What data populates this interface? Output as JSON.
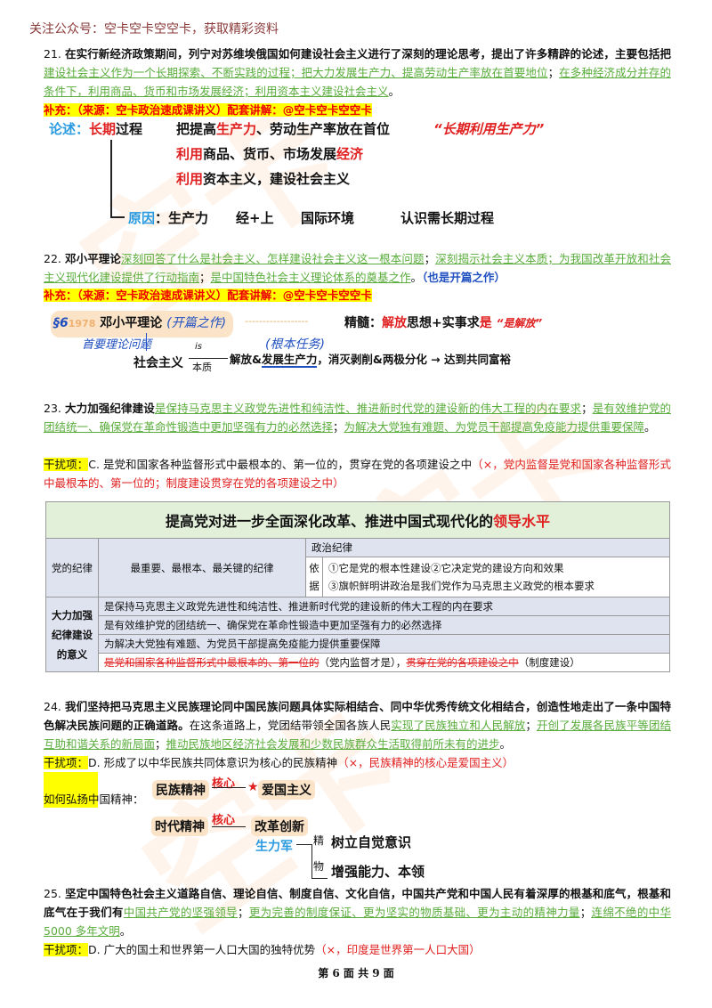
{
  "header": "关注公众号：空卡空卡空空卡，获取精彩资料",
  "q21": {
    "text": [
      {
        "t": "21. ",
        "c": ""
      },
      {
        "t": "在实行新经济政策期间，列宁对苏维埃俄国如何建设社会主义进行了深刻的理论思考，提出了许多精辟的论述，主要包括把",
        "c": "b"
      },
      {
        "t": "建设社会主义作为一个长期探索、不断实践的过程；把大力发展生产力、提高劳动生产率放在首要地位",
        "c": "g"
      },
      {
        "t": "；",
        "c": ""
      },
      {
        "t": "在多种经济成分并存的条件下，利用商品、货币和市场发展经济；利用资本主义建设社会主义",
        "c": "g"
      },
      {
        "t": "。",
        "c": ""
      }
    ],
    "supplement": "补充：（来源：空卡政治速成课讲义）配套讲解：@空卡空卡空空卡",
    "diagram": {
      "lunshu": "论述：",
      "changqi": "长期",
      "guocheng": "过程",
      "l1a": "把提高",
      "l1b": "生产力",
      "l1c": "、劳动生产率放在首位",
      "quote": "“长期利用生产力”",
      "l2a": "利用",
      "l2b": "商品、货币、市场发展",
      "l2c": "经济",
      "l3a": "利用",
      "l3b": "资本主义，建设社会主义",
      "yuanyin": "原因",
      "colon": "：",
      "r1": "生产力",
      "r2": "经+上",
      "r3": "国际环境",
      "r4": "认识需长期过程"
    }
  },
  "q22": {
    "text": [
      {
        "t": "22. ",
        "c": ""
      },
      {
        "t": "邓小平理论",
        "c": "b"
      },
      {
        "t": "深刻回答了什么是社会主义、怎样建设社会主义这一根本问题",
        "c": "g"
      },
      {
        "t": "；",
        "c": ""
      },
      {
        "t": "深刻揭示社会主义本质；为我国改革开放和社会主义现代化建设提供了行动指南",
        "c": "g"
      },
      {
        "t": "；",
        "c": ""
      },
      {
        "t": "是中国特色社会主义理论体系的奠基之作",
        "c": "g"
      },
      {
        "t": "。",
        "c": ""
      },
      {
        "t": "（也是开篇之作）",
        "c": "bl"
      }
    ],
    "supplement": "补充：（来源：空卡政治速成课讲义）配套讲解：@空卡空卡空空卡",
    "diagram": {
      "sec": "§6",
      "year": "1978",
      "title": "邓小平理论",
      "kaipian": "(开篇之作)",
      "dashes": "------------------",
      "jingsui": "精髓：",
      "jiefang": "解放",
      "sixiang": "思想+实事求",
      "shi": "是",
      "quote": "“是解放”",
      "shouyao": "首要理论问题",
      "genben": "(根本任务)",
      "shzy": "社会主义",
      "is": "is",
      "benzhi": "本质",
      "rest1": "解放&",
      "rest2": "发展生产力",
      "rest3": "，消灭剥削&两极分化 → 达到共同富裕"
    }
  },
  "q23": {
    "text": [
      {
        "t": "23. ",
        "c": ""
      },
      {
        "t": "大力加强纪律建设",
        "c": "b"
      },
      {
        "t": "是保持马克思主义政党先进性和纯洁性、推进新时代党的建设新的伟大工程的内在要求",
        "c": "g"
      },
      {
        "t": "；",
        "c": ""
      },
      {
        "t": "是有效维护党的团结统一、确保党在革命性锻造中更加坚强有力的必然选择",
        "c": "g"
      },
      {
        "t": "；",
        "c": ""
      },
      {
        "t": "为解决大党独有难题、为党员干部提高免疫能力提供重要保障",
        "c": "g"
      },
      {
        "t": "。",
        "c": ""
      }
    ],
    "distractor": [
      {
        "t": "干扰项：",
        "c": "yl"
      },
      {
        "t": "C. 是党和国家各种监督形式中最根本的、第一位的，贯穿在党的各项建设之中",
        "c": ""
      },
      {
        "t": "（×，党内监督是党和国家各种监督形式中最根本的、第一位的；制度建设贯穿在党的各项建设之中）",
        "c": "r"
      }
    ]
  },
  "table": {
    "title_a": "提高党对进一步全面深化改革、推进中国式现代化的",
    "title_b": "领导水平",
    "r1_label": "党的纪律",
    "r1_desc": "最重要、最根本、最关键的纪律",
    "r1_head": "政治纪律",
    "r1_yiju_a": "依",
    "r1_yiju_b": "据",
    "r1_b1": "①它是党的根本性建设②它决定党的建设方向和效果",
    "r1_b2": "③旗帜鲜明讲政治是我们党作为马克思主义政党的根本要求",
    "r2_label": "大力加强纪律建设的意义",
    "r2_items": [
      "是保持马克思主义政党先进性和纯洁性、推进新时代党的建设新的伟大工程的内在要求",
      "是有效维护党的团结统一、确保党在革命性锻造中更加坚强有力的必然选择",
      "为解决大党独有难题、为党员干部提高免疫能力提供重要保障"
    ],
    "r2_last": {
      "s1": "是党和国家各种监督形式中最根本的、第一位的",
      "n1": "（党内监督才是），",
      "s2": "贯穿在党的各项建设之中",
      "n2": "（制度建设）"
    }
  },
  "q24": {
    "text": [
      {
        "t": "24. ",
        "c": ""
      },
      {
        "t": "我们坚持把马克思主义民族理论同中国民族问题具体实际相结合、同中华优秀传统文化相结合，创造性地走出了一条中国特色解决民族问题的正确道路。",
        "c": "b"
      },
      {
        "t": "在这条道路上，党团结带领全国各族人民",
        "c": ""
      },
      {
        "t": "实现了民族独立和人民解放",
        "c": "g"
      },
      {
        "t": "；",
        "c": ""
      },
      {
        "t": "开创了发展各民族平等团结互助和谐关系的新局面",
        "c": "g"
      },
      {
        "t": "；",
        "c": ""
      },
      {
        "t": "推动民族地区经济社会发展和少数民族群众生活取得前所未有的进步",
        "c": "g"
      },
      {
        "t": "。",
        "c": ""
      }
    ],
    "distractor": [
      {
        "t": "干扰项：",
        "c": "yl"
      },
      {
        "t": "D. 形成了以中华民族共同体意识为核心的民族精神",
        "c": ""
      },
      {
        "t": "（×，民族精神的核心是爱国主义）",
        "c": "r"
      }
    ],
    "diagram": {
      "how": "如何弘扬中国精神：",
      "mzjs": "民族精神",
      "hexin": "核心",
      "star": "★",
      "agzy": "爱国主义",
      "sdjs": "时代精神",
      "hexin2": "核心",
      "ggcx": "改革创新",
      "slj": "生力军",
      "jing": "精",
      "wu": "物",
      "b1": "树立自觉意识",
      "b2": "增强能力、本领"
    }
  },
  "q25": {
    "text": [
      {
        "t": "25. ",
        "c": ""
      },
      {
        "t": "坚定中国特色社会主义道路自信、理论自信、制度自信、文化自信，中国共产党和中国人民有着深厚的根基和底气，根基和底气在于我们有",
        "c": "b"
      },
      {
        "t": "中国共产党的坚强领导",
        "c": "g"
      },
      {
        "t": "；",
        "c": ""
      },
      {
        "t": "更为完善的制度保证、更为坚实的物质基础、更为主动的精神力量",
        "c": "g"
      },
      {
        "t": "；",
        "c": ""
      },
      {
        "t": "连绵不绝的中华 5000 多年文明",
        "c": "g"
      },
      {
        "t": "。",
        "c": ""
      }
    ],
    "distractor": [
      {
        "t": "干扰项：",
        "c": "yl"
      },
      {
        "t": "D. 广大的国土和世界第一人口大国的独特优势",
        "c": ""
      },
      {
        "t": "（×，印度是世界第一人口大国）",
        "c": "r"
      }
    ]
  },
  "footer": "第 6 面 共 9 面",
  "colors": {
    "green": "#5aad3c",
    "red": "#e02020",
    "blue": "#2a9ae0",
    "highlight": "#ffff00",
    "table_title_bg": "#e2efd9",
    "table_bg": "#dfe3f0"
  }
}
